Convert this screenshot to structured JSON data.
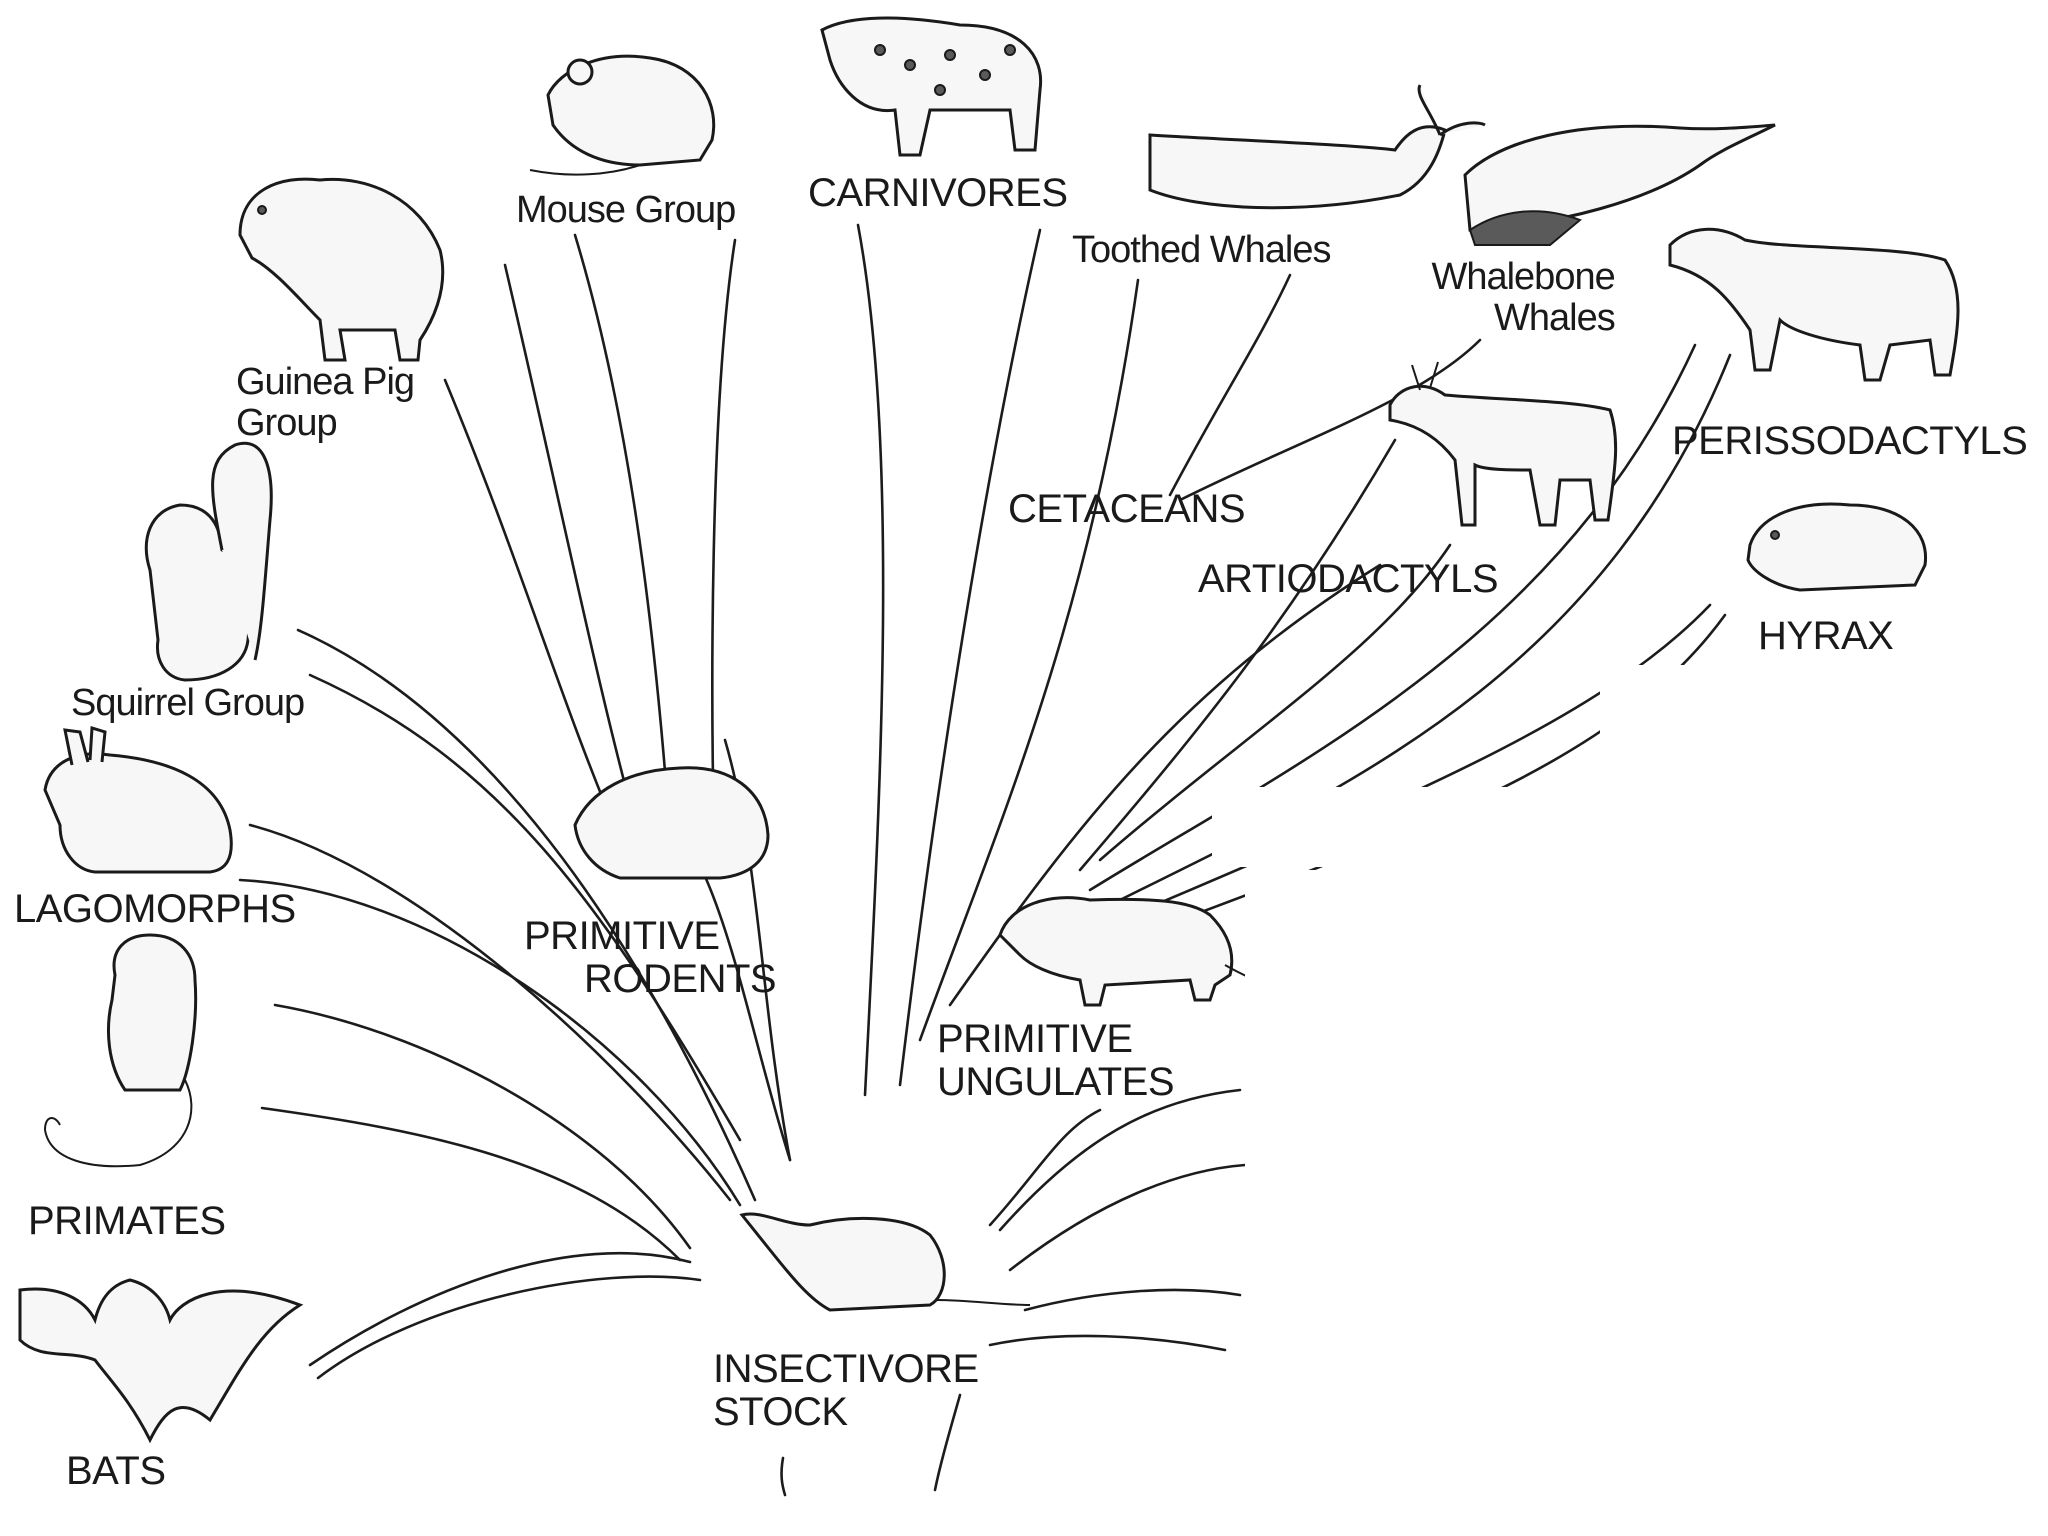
{
  "diagram": {
    "root": {
      "id": "insectivore-stock",
      "lines": [
        "INSECTIVORE",
        "STOCK"
      ]
    },
    "groups": [
      {
        "id": "bats",
        "lines": [
          "BATS"
        ],
        "icon": "bat-icon"
      },
      {
        "id": "primates",
        "lines": [
          "PRIMATES"
        ],
        "icon": "monkey-icon"
      },
      {
        "id": "lagomorphs",
        "lines": [
          "LAGOMORPHS"
        ],
        "icon": "rabbit-icon"
      },
      {
        "id": "squirrel-group",
        "lines": [
          "Squirrel Group"
        ],
        "icon": "squirrel-icon"
      },
      {
        "id": "guinea-pig-group",
        "lines": [
          "Guinea Pig",
          "Group"
        ],
        "icon": "capybara-icon"
      },
      {
        "id": "mouse-group",
        "lines": [
          "Mouse Group"
        ],
        "icon": "mouse-icon"
      },
      {
        "id": "carnivores",
        "lines": [
          "CARNIVORES"
        ],
        "icon": "leopard-icon"
      },
      {
        "id": "toothed-whales",
        "lines": [
          "Toothed Whales"
        ],
        "icon": "sperm-whale-icon"
      },
      {
        "id": "whalebone-whales",
        "lines": [
          "Whalebone",
          "Whales"
        ],
        "icon": "baleen-whale-icon"
      },
      {
        "id": "cetaceans",
        "lines": [
          "CETACEANS"
        ],
        "icon": null
      },
      {
        "id": "artiodactyls",
        "lines": [
          "ARTIODACTYLS"
        ],
        "icon": "deer-icon"
      },
      {
        "id": "perissodactyls",
        "lines": [
          "PERISSODACTYLS"
        ],
        "icon": "horse-icon"
      },
      {
        "id": "hyrax",
        "lines": [
          "HYRAX"
        ],
        "icon": "hyrax-icon"
      },
      {
        "id": "primitive-rodents",
        "lines": [
          "PRIMITIVE",
          "RODENTS"
        ],
        "icon": "rodent-icon"
      },
      {
        "id": "primitive-ungulates",
        "lines": [
          "PRIMITIVE",
          "UNGULATES"
        ],
        "icon": "ungulate-icon"
      }
    ]
  }
}
